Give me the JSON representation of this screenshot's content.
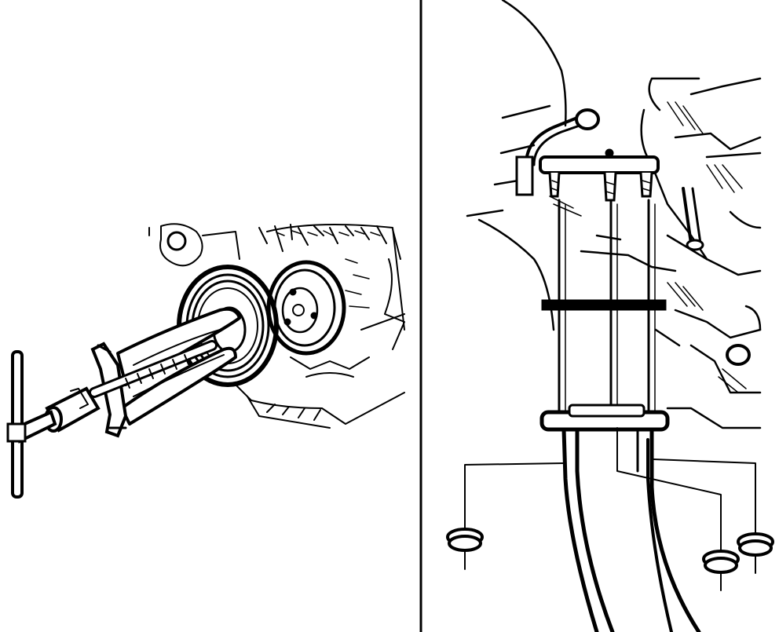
{
  "figure": {
    "panels": [
      {
        "id": "left",
        "content": "puller-on-crankshaft-pulley"
      },
      {
        "id": "right",
        "content": "hub-bolts-and-washer-plate"
      }
    ],
    "colors": {
      "ink": "#000000",
      "paper": "#ffffff"
    },
    "icons": [
      "t-handle-bar",
      "puller",
      "pulley",
      "bolt",
      "nut",
      "plate"
    ]
  }
}
